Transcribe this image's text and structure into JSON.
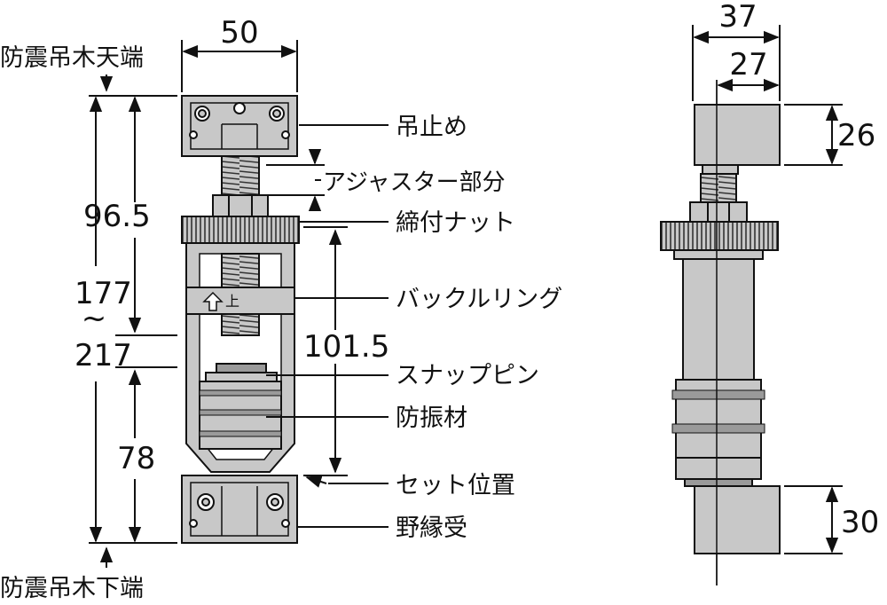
{
  "labels": {
    "top_end": "防震吊木天端",
    "bottom_end": "防震吊木下端",
    "tsuridome": "吊止め",
    "adjuster": "アジャスター部分",
    "nut": "締付ナット",
    "buckle_ring": "バックルリング",
    "snap_pin": "スナップピン",
    "vibration_material": "防振材",
    "set_position": "セット位置",
    "nobuchi_uke": "野縁受",
    "ring_mark": "上"
  },
  "dimensions": {
    "width_front": "50",
    "height_upper": "96.5",
    "range_top": "177",
    "range_tilde": "~",
    "range_bottom": "217",
    "height_lower": "78",
    "length_mid": "101.5",
    "width_side": "37",
    "width_side_inner": "27",
    "height_top_block": "26",
    "height_bottom_block": "30"
  },
  "colors": {
    "part_fill": "#c8c8c8",
    "part_dark": "#9a9a9a",
    "line": "#111111"
  }
}
